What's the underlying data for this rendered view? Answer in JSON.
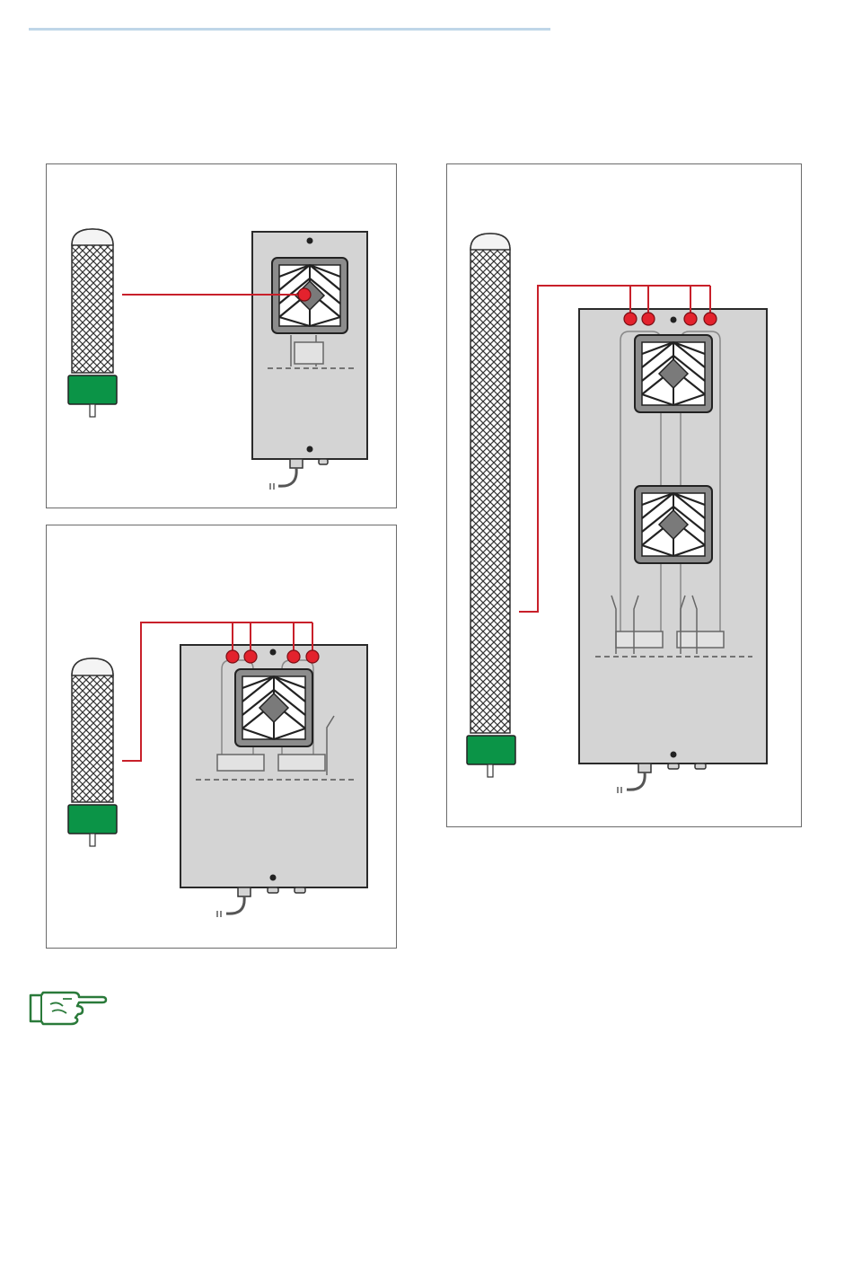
{
  "header": {
    "rule_color": "#bfd6e8"
  },
  "diagrams": [
    {
      "id": "single-lamp-unit",
      "lamp_count": 1,
      "fan_count": 1,
      "connector_count": 0
    },
    {
      "id": "four-lamp-unit-one-fan",
      "lamp_count": 4,
      "fan_count": 1,
      "connector_count": 4
    },
    {
      "id": "four-lamp-unit-two-fans",
      "lamp_count": 4,
      "fan_count": 2,
      "connector_count": 4
    }
  ],
  "colors": {
    "housing": "#d4d4d4",
    "housing_border": "#2a2a2a",
    "fan_body": "#8c8c8c",
    "fan_center": "#7a7a7a",
    "leader_line": "#c8202a",
    "connector_dot": "#e3222d",
    "lamp_base": "#0b9447",
    "note_icon": "#2a7a3a"
  },
  "icons": {
    "note": "pointing-hand-icon"
  }
}
